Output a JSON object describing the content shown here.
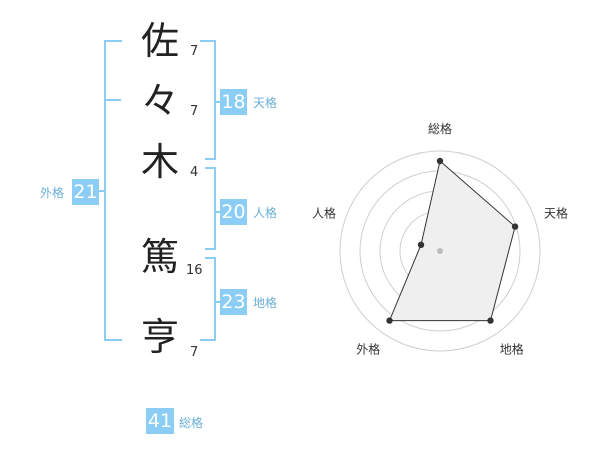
{
  "name": {
    "chars": [
      {
        "char": "佐",
        "strokes": "7"
      },
      {
        "char": "々",
        "strokes": "7"
      },
      {
        "char": "木",
        "strokes": "4"
      },
      {
        "char": "篤",
        "strokes": "16"
      },
      {
        "char": "亨",
        "strokes": "7"
      }
    ]
  },
  "kakusu": {
    "tenkaku": {
      "value": "18",
      "label": "天格"
    },
    "jinkaku": {
      "value": "20",
      "label": "人格"
    },
    "chikaku": {
      "value": "23",
      "label": "地格"
    },
    "gaikaku": {
      "value": "21",
      "label": "外格"
    },
    "soukaku": {
      "value": "41",
      "label": "総格"
    }
  },
  "colors": {
    "bracket": "#8ccdf5",
    "box": "#8ccdf5",
    "label": "#6aaed6"
  },
  "chart_data": {
    "type": "radar",
    "axes": [
      "総格",
      "天格",
      "地格",
      "外格",
      "人格"
    ],
    "values": [
      0.9,
      0.79,
      0.86,
      0.86,
      0.2
    ],
    "range": [
      0,
      1
    ],
    "rings": 5
  }
}
